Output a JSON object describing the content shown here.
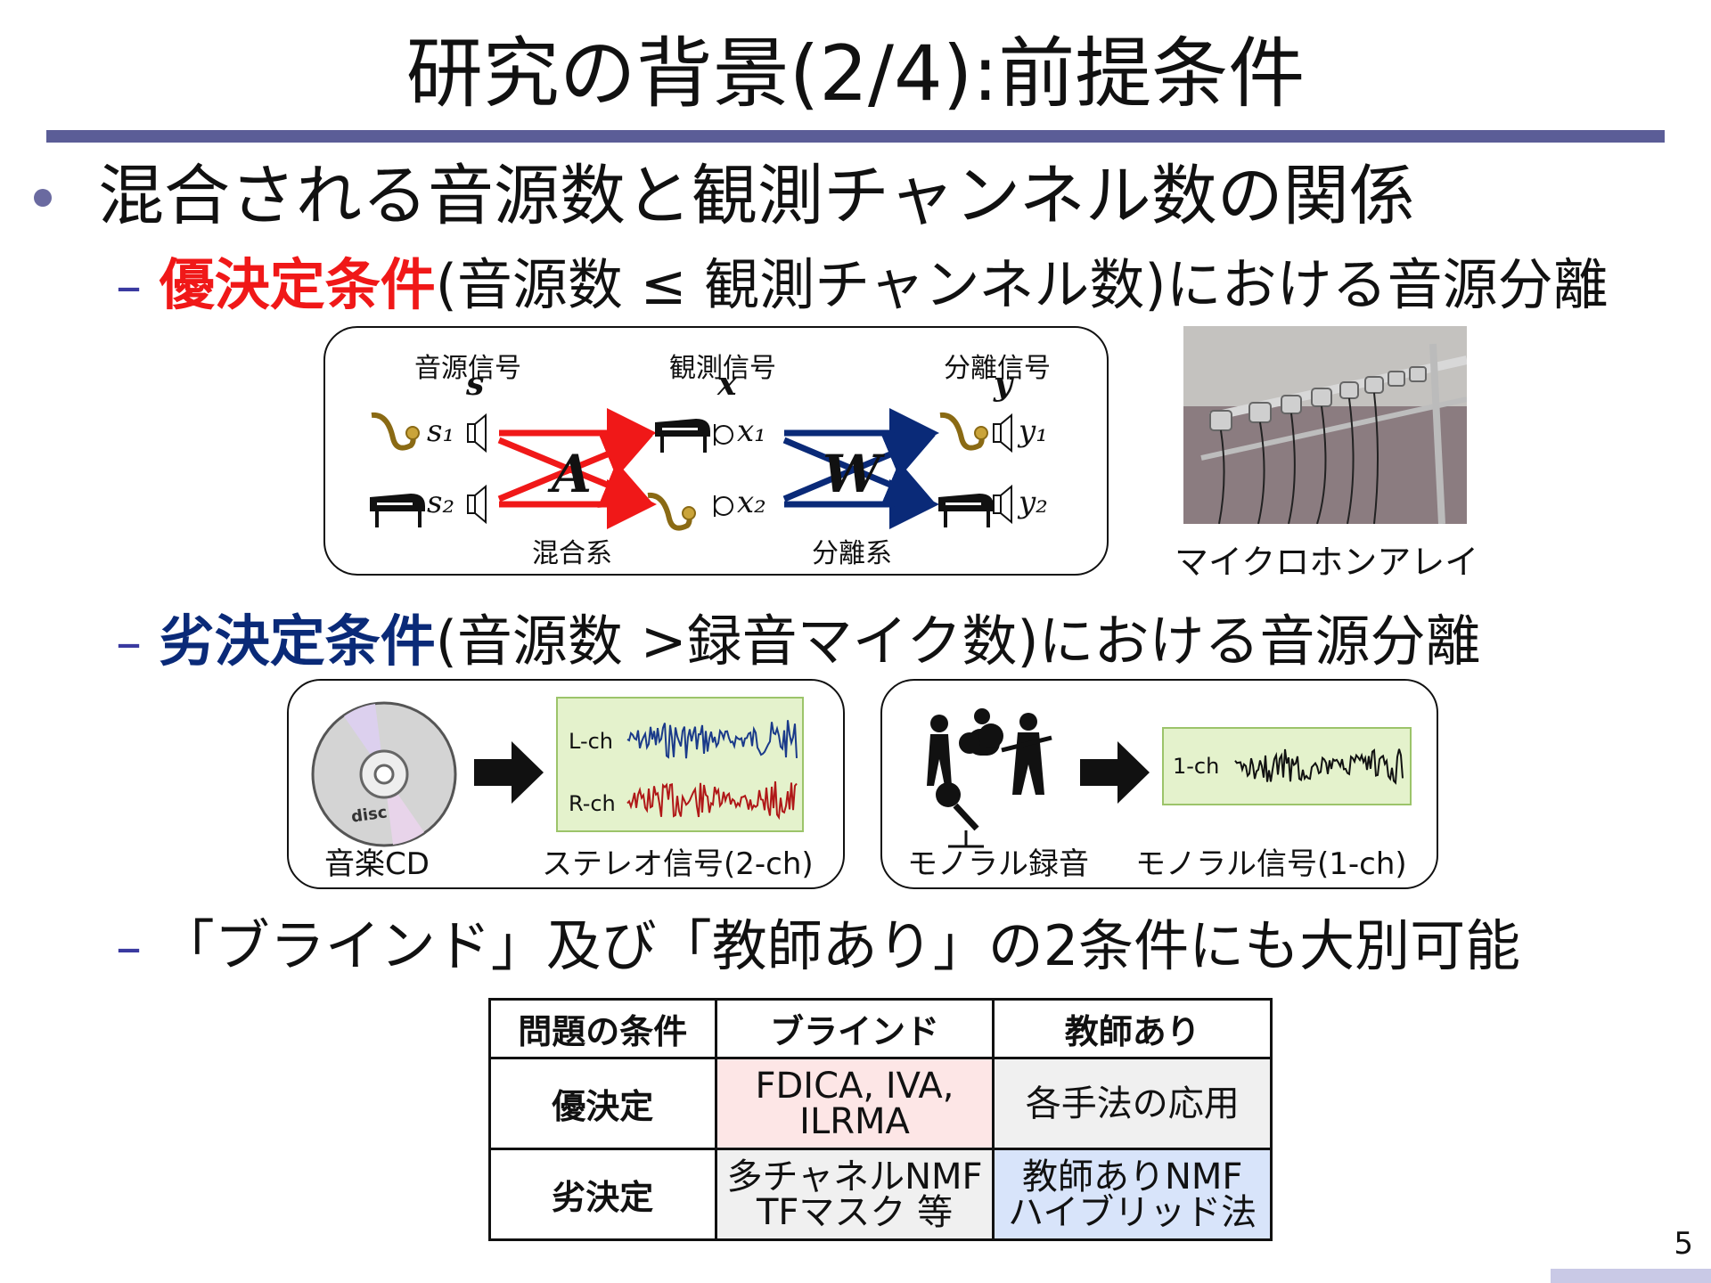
{
  "title": "研究の背景(2/4):前提条件",
  "bullet_main": "混合される音源数と観測チャンネル数の関係",
  "dash": "–",
  "over": {
    "label": "優決定条件",
    "text": "(音源数 ≤ 観測チャンネル数)における音源分離",
    "diagram": {
      "src_label": "音源信号",
      "obs_label": "観測信号",
      "sep_label": "分離信号",
      "mix_label": "混合系",
      "demix_label": "分離系",
      "vec_s": "s",
      "vec_x": "x",
      "vec_y": "y",
      "mat_A": "A",
      "mat_W": "W",
      "s1": "s₁",
      "s2": "s₂",
      "x1": "x₁",
      "x2": "x₂",
      "y1": "y₁",
      "y2": "y₂",
      "arrow_color_mix": "#f01818",
      "arrow_color_demix": "#0a2a78"
    },
    "photo_caption": "マイクロホンアレイ"
  },
  "under": {
    "label": "劣決定条件",
    "text": "(音源数 >録音マイク数)における音源分離",
    "cd_caption": "音楽CD",
    "stereo_caption": "ステレオ信号(2-ch)",
    "lch": "L-ch",
    "rch": "R-ch",
    "mono_rec_caption": "モノラル録音",
    "mono_sig_caption": "モノラル信号(1-ch)",
    "onech": "1-ch",
    "cd_logo": "disc"
  },
  "blind": {
    "text": "「ブラインド」及び「教師あり」の2条件にも大別可能"
  },
  "table": {
    "headers": [
      "問題の条件",
      "ブラインド",
      "教師あり"
    ],
    "rows": [
      {
        "label": "優決定",
        "blind_l1": "FDICA, IVA,",
        "blind_l2": "ILRMA",
        "sup_l1": "各手法の応用",
        "sup_l2": ""
      },
      {
        "label": "劣決定",
        "blind_l1": "多チャネルNMF",
        "blind_l2": "TFマスク 等",
        "sup_l1": "教師ありNMF",
        "sup_l2": "ハイブリッド法"
      }
    ],
    "colors": {
      "pink": "#fde6e6",
      "gray": "#f0f0f0",
      "blue": "#d8e4fa"
    }
  },
  "page_number": "5"
}
